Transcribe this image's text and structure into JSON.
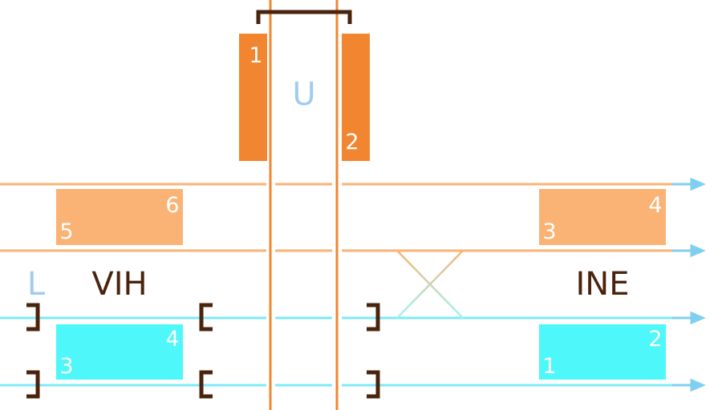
{
  "colors": {
    "orange_dark": "#f28530",
    "orange_light": "#fab375",
    "cyan": "#4ef7f9",
    "blue_label": "#a2cbf2",
    "brown": "#4a230d",
    "arrow_blue": "#7ecff1",
    "white": "#ffffff"
  },
  "labels": {
    "u": "U",
    "l": "L",
    "vih": "VIH",
    "ine": "INE"
  },
  "blocks": {
    "vertical_left": {
      "num": "1"
    },
    "vertical_right": {
      "num": "2"
    },
    "orange_left": {
      "num_a": "6",
      "num_b": "5"
    },
    "orange_right": {
      "num_a": "4",
      "num_b": "3"
    },
    "cyan_left": {
      "num_a": "4",
      "num_b": "3"
    },
    "cyan_right": {
      "num_a": "2",
      "num_b": "1"
    }
  }
}
